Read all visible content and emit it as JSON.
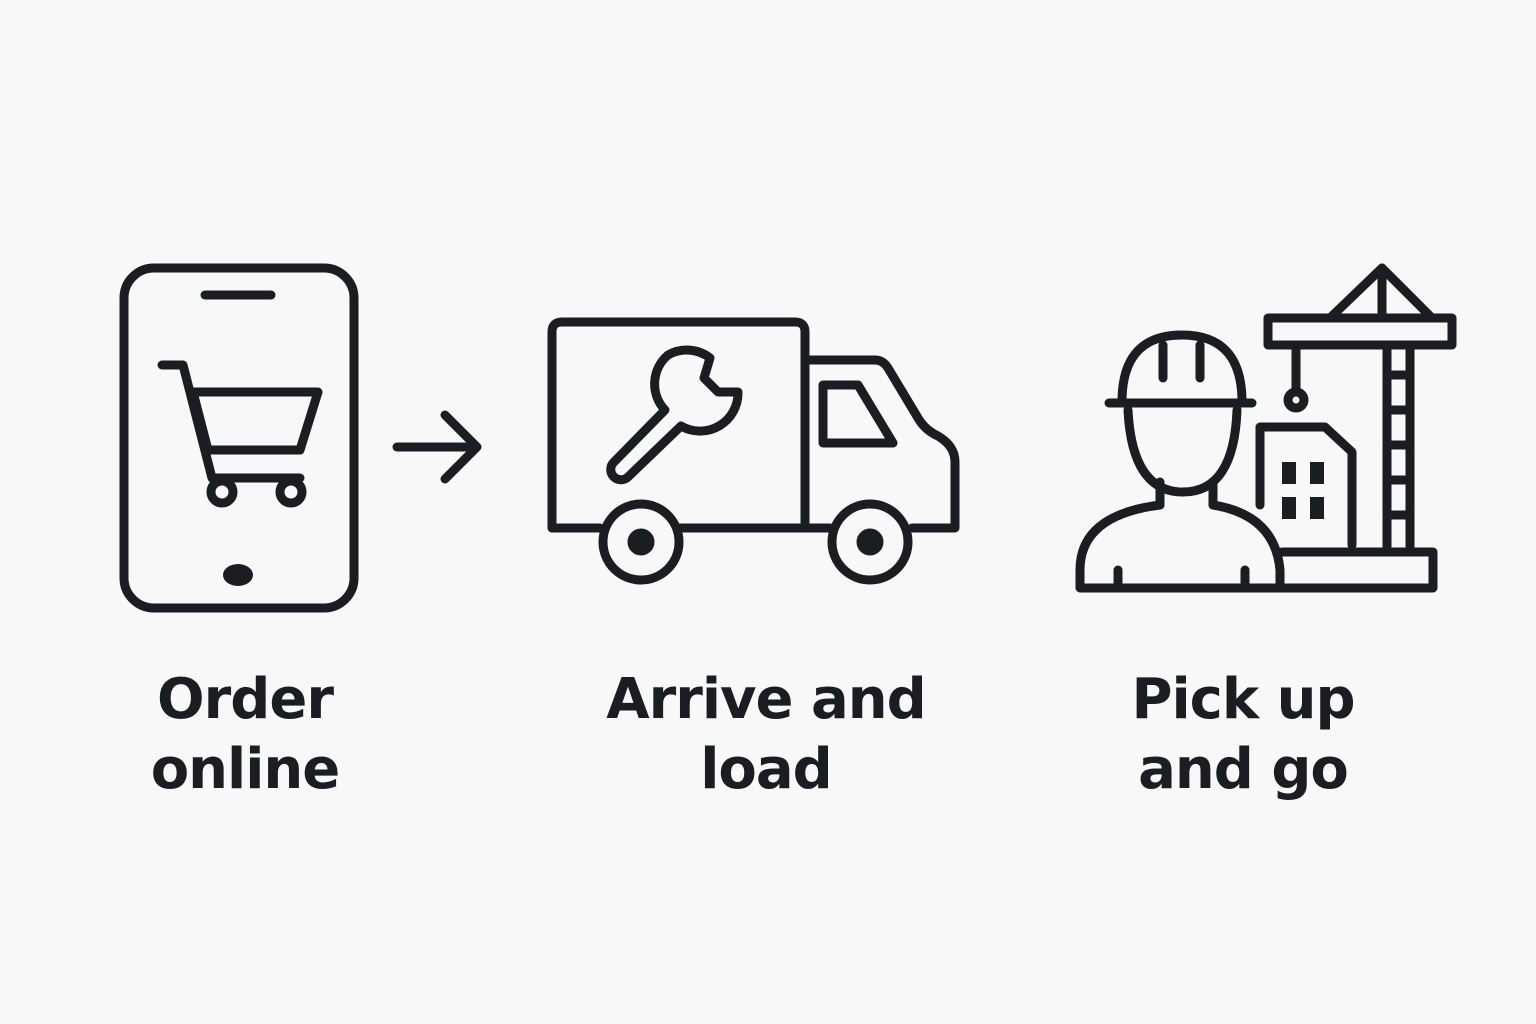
{
  "steps": [
    {
      "icon": "phone-cart-icon",
      "line1": "Order",
      "line2": "online"
    },
    {
      "icon": "truck-wrench-icon",
      "line1": "Arrive and",
      "line2": "load"
    },
    {
      "icon": "worker-construction-icon",
      "line1": "Pick up",
      "line2": "and go"
    }
  ],
  "connector_icon": "arrow-right-icon",
  "colors": {
    "stroke": "#1a1d21",
    "background": "#f8f8f8"
  }
}
